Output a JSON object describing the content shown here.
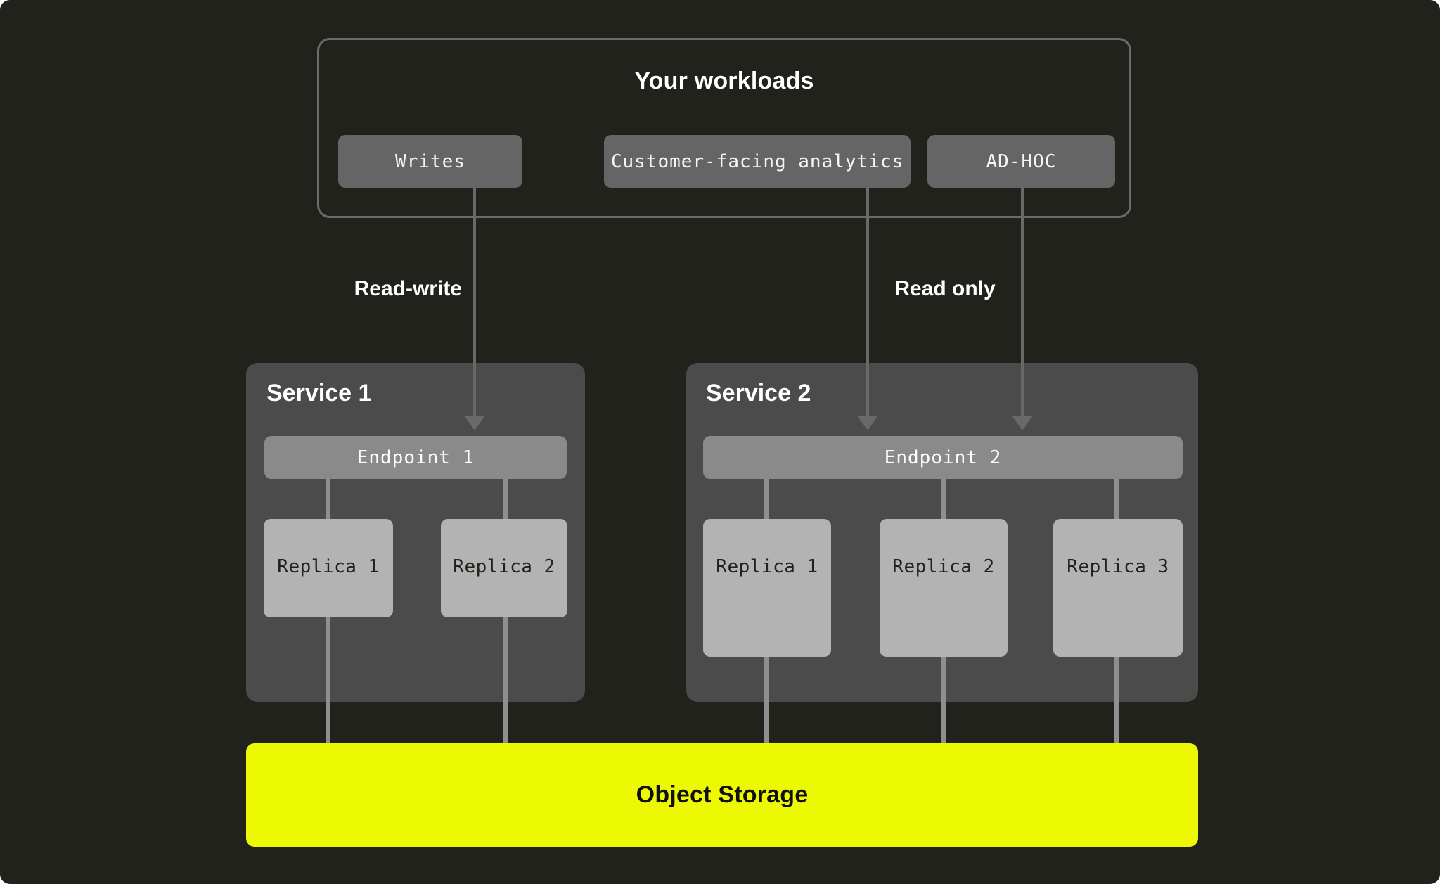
{
  "colors": {
    "canvas-bg": "#20221b",
    "outline": "#6b6b6b",
    "pill-bg": "#656565",
    "service-bg": "#4b4b4b",
    "endpoint-bg": "#8a8a8a",
    "replica-bg": "#b3b3b3",
    "connector": "#8f8f8f",
    "arrow": "#696969",
    "storage-bg": "#ecf902",
    "storage-text": "#101010",
    "light-text": "#ffffff",
    "dark-text": "#20221b"
  },
  "workloads": {
    "title": "Your workloads",
    "items": [
      {
        "label": "Writes"
      },
      {
        "label": "Customer-facing analytics"
      },
      {
        "label": "AD-HOC"
      }
    ]
  },
  "edges": {
    "read_write_label": "Read-write",
    "read_only_label": "Read only"
  },
  "services": [
    {
      "title": "Service 1",
      "endpoint": "Endpoint 1",
      "replicas": [
        "Replica 1",
        "Replica 2"
      ]
    },
    {
      "title": "Service 2",
      "endpoint": "Endpoint 2",
      "replicas": [
        "Replica 1",
        "Replica 2",
        "Replica 3"
      ]
    }
  ],
  "storage": {
    "label": "Object Storage"
  }
}
